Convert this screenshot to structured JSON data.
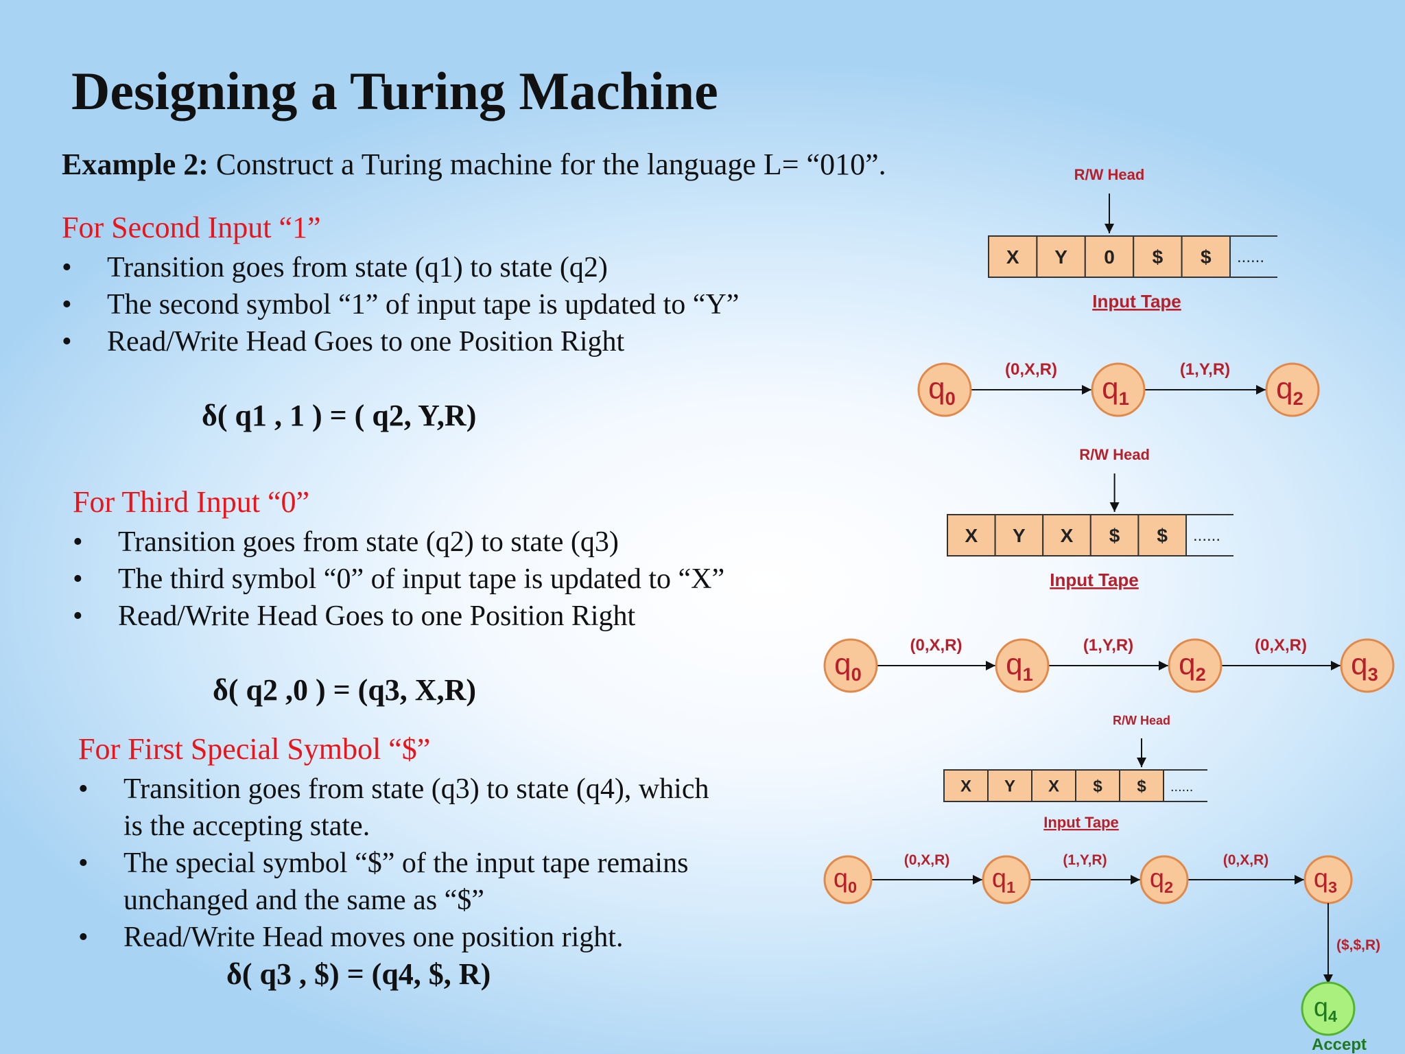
{
  "title": "Designing a Turing Machine",
  "example": {
    "label": "Example 2:",
    "text": " Construct a Turing machine for the language L= “010”."
  },
  "sections": [
    {
      "heading": "For Second Input “1”",
      "bullets": [
        "Transition goes from state (q1) to state (q2)",
        "The second symbol “1” of input tape is updated to “Y”",
        "Read/Write Head Goes to one Position Right"
      ],
      "formula": "δ(  q1 , 1 ) = ( q2, Y,R)"
    },
    {
      "heading": "For Third Input “0”",
      "bullets": [
        "Transition goes from state (q2) to state (q3)",
        "The third symbol “0” of input tape is updated to “X”",
        "Read/Write Head Goes to one Position Right"
      ],
      "formula": "δ(  q2 ,0 ) = (q3, X,R)"
    },
    {
      "heading": "For First Special Symbol “$”",
      "bullets": [
        "Transition goes from state (q3) to state (q4), which",
        "is the accepting state.",
        "The special symbol “$” of the input tape remains",
        "unchanged and the same as “$”",
        "Read/Write Head moves one position right."
      ],
      "bullet_marks": [
        true,
        false,
        true,
        false,
        true
      ],
      "formula": "δ(  q3 , $) = (q4, $, R)"
    }
  ],
  "bullet_char": "•",
  "diagram": {
    "head_label": "R/W Head",
    "tape_label": "Input Tape",
    "tape_ellipsis": "......",
    "accept_label": "Accept",
    "tapes": [
      {
        "cells": [
          "X",
          "Y",
          "0",
          "$",
          "$"
        ],
        "head_index": 2
      },
      {
        "cells": [
          "X",
          "Y",
          "X",
          "$",
          "$"
        ],
        "head_index": 3
      },
      {
        "cells": [
          "X",
          "Y",
          "X",
          "$",
          "$"
        ],
        "head_index": 4
      }
    ],
    "state_rows": [
      {
        "states": [
          "0",
          "1",
          "2"
        ],
        "transitions": [
          "(0,X,R)",
          "(1,Y,R)"
        ]
      },
      {
        "states": [
          "0",
          "1",
          "2",
          "3"
        ],
        "transitions": [
          "(0,X,R)",
          "(1,Y,R)",
          "(0,X,R)"
        ]
      },
      {
        "states": [
          "0",
          "1",
          "2",
          "3"
        ],
        "transitions": [
          "(0,X,R)",
          "(1,Y,R)",
          "(0,X,R)"
        ],
        "accept_state": "4",
        "accept_transition": "($,$,R)"
      }
    ],
    "colors": {
      "cell_fill": "#f8c79a",
      "state_fill": "#f8c79a",
      "state_stroke": "#e0894a",
      "accept_fill": "#a9f07e",
      "accept_stroke": "#55b42e",
      "label_red": "#b7202a",
      "accept_text": "#1f7a1f"
    }
  }
}
